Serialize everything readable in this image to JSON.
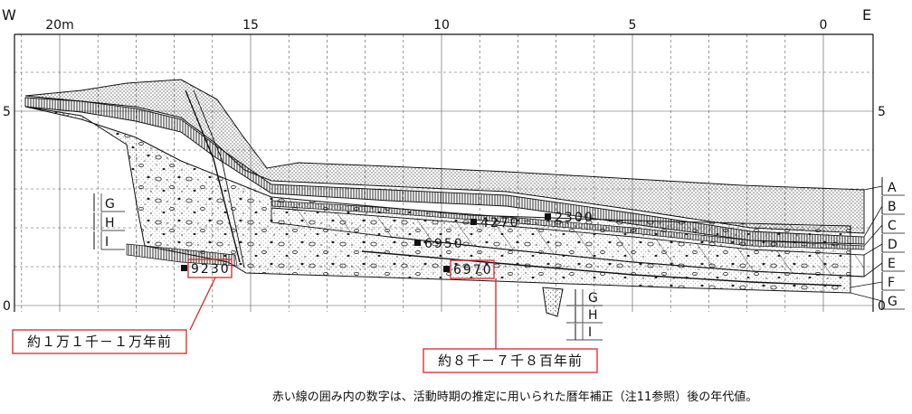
{
  "directions": {
    "west": "W",
    "east": "E"
  },
  "x_ticks": [
    {
      "label": "20m",
      "m": 20
    },
    {
      "label": "15",
      "m": 15
    },
    {
      "label": "10",
      "m": 10
    },
    {
      "label": "5",
      "m": 5
    },
    {
      "label": "0",
      "m": 0
    }
  ],
  "y_ticks": [
    {
      "label": "5",
      "m": 5
    },
    {
      "label": "0",
      "m": 0
    }
  ],
  "layers_right": [
    "A",
    "B",
    "C",
    "D",
    "E",
    "F",
    "G"
  ],
  "layers_left": [
    "G",
    "H",
    "I"
  ],
  "layers_bottom": [
    "G",
    "H",
    "I"
  ],
  "dates": [
    {
      "id": "d4270",
      "text": "4270",
      "boxed": false
    },
    {
      "id": "d2300",
      "text": "2300",
      "boxed": false
    },
    {
      "id": "d6950",
      "text": "6950",
      "boxed": false
    },
    {
      "id": "d9230",
      "text": "9230",
      "boxed": true
    },
    {
      "id": "d6970",
      "text": "6970",
      "boxed": true
    }
  ],
  "callouts": [
    {
      "id": "c1",
      "text": "約１万１千－１万年前"
    },
    {
      "id": "c2",
      "text": "約８千－７千８百年前"
    }
  ],
  "caption": "赤い線の囲み内の数字は、活動時期の推定に用いられた暦年補正（注11参照）後の年代値。",
  "colors": {
    "accent": "#d9262b",
    "line": "#111111",
    "grid": "#555555"
  }
}
